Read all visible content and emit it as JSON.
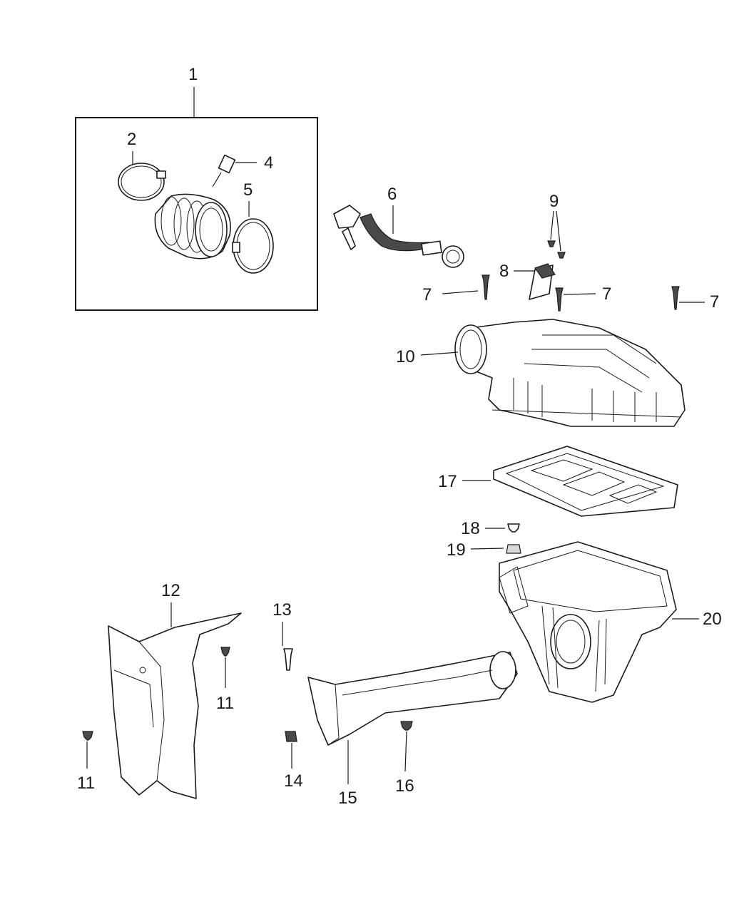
{
  "callouts": {
    "c1": "1",
    "c2": "2",
    "c4": "4",
    "c5": "5",
    "c6": "6",
    "c7": "7",
    "c8": "8",
    "c9": "9",
    "c10": "10",
    "c11": "11",
    "c12": "12",
    "c13": "13",
    "c14": "14",
    "c15": "15",
    "c16": "16",
    "c17": "17",
    "c18": "18",
    "c19": "19",
    "c20": "20"
  }
}
